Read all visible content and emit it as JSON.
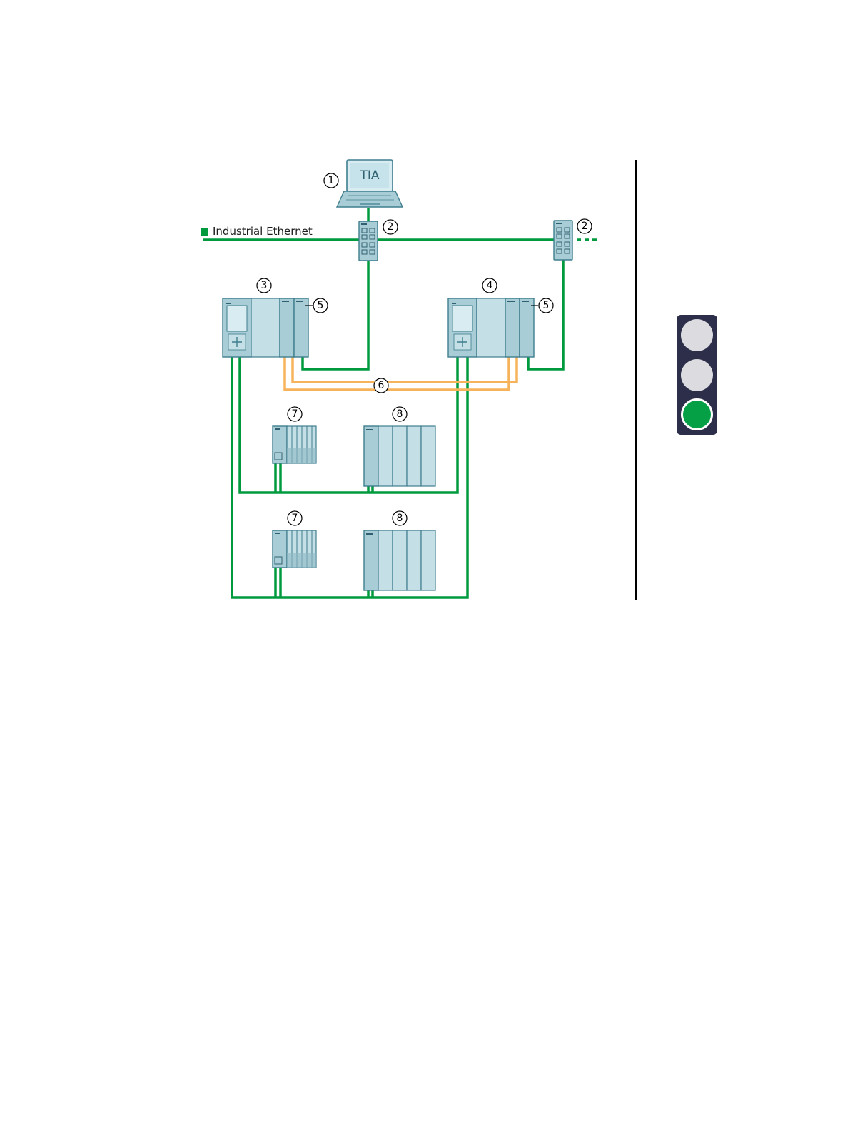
{
  "network": {
    "legend_label": "Industrial Ethernet"
  },
  "pc": {
    "screen_text": "TIA"
  },
  "callouts": {
    "pg": "1",
    "switch_a": "2",
    "switch_b": "2",
    "cpu_left": "3",
    "cpu_right": "4",
    "sync_module_left": "5",
    "sync_module_right": "5",
    "sync_cables": "6",
    "io_device_top_et200sp": "7",
    "io_device_top_et200mp": "8",
    "io_device_bottom_et200sp": "7",
    "io_device_bottom_et200mp": "8"
  },
  "colors": {
    "ethernet": "#009a3e",
    "sync_fiber": "#f7b35c",
    "device_fill": "#a9cdd6",
    "device_stroke": "#3f7e8e",
    "traffic_light_body": "#2c2e4a",
    "traffic_light_off": "#dcdbe0",
    "traffic_light_on": "#05a045"
  },
  "traffic_light": {
    "icon": "traffic-light-icon",
    "active_lamp": "green"
  }
}
